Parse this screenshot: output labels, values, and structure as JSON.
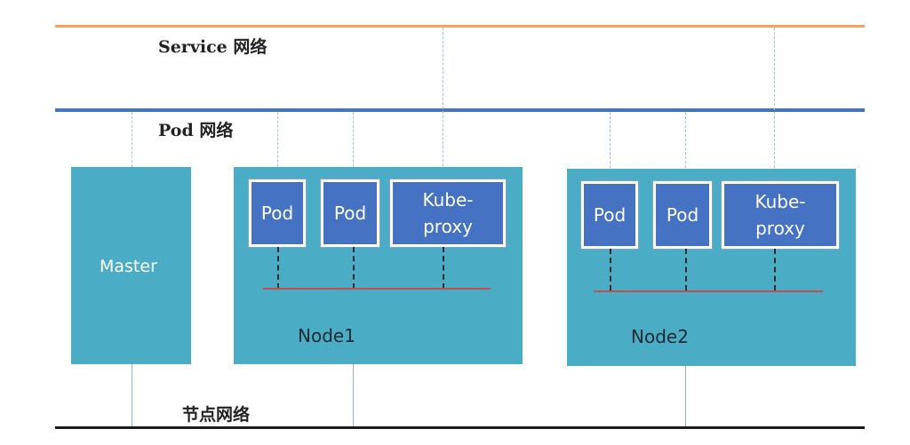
{
  "networks": {
    "service_label": "Service 网络",
    "pod_label": "Pod 网络",
    "node_label": "节点网络"
  },
  "master": {
    "label": "Master"
  },
  "nodes": [
    {
      "label": "Node1",
      "pods": [
        "Pod",
        "Pod"
      ],
      "proxy": "Kube-\nproxy"
    },
    {
      "label": "Node2",
      "pods": [
        "Pod",
        "Pod"
      ],
      "proxy": "Kube-\nproxy"
    }
  ],
  "colors": {
    "service_network": "#f4a35a",
    "pod_network": "#4a73b8",
    "node_network": "#1b1b1b",
    "host_box": "#4bacc6",
    "pod_box": "#4672c4",
    "bridge": "#c0504d"
  }
}
